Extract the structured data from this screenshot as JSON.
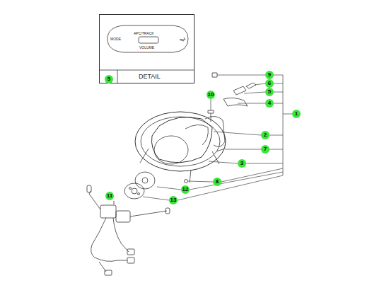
{
  "diagram": {
    "nodes": [
      {
        "text": [
          "MODE",
          "APC/TRACK",
          "VOLUME",
          "5",
          "DETAIL"
        ]
      }
    ],
    "labels": [
      "9",
      "6",
      "10",
      "5",
      "4",
      "1",
      "2",
      "7",
      "3",
      "8",
      "12",
      "13",
      "11"
    ]
  }
}
